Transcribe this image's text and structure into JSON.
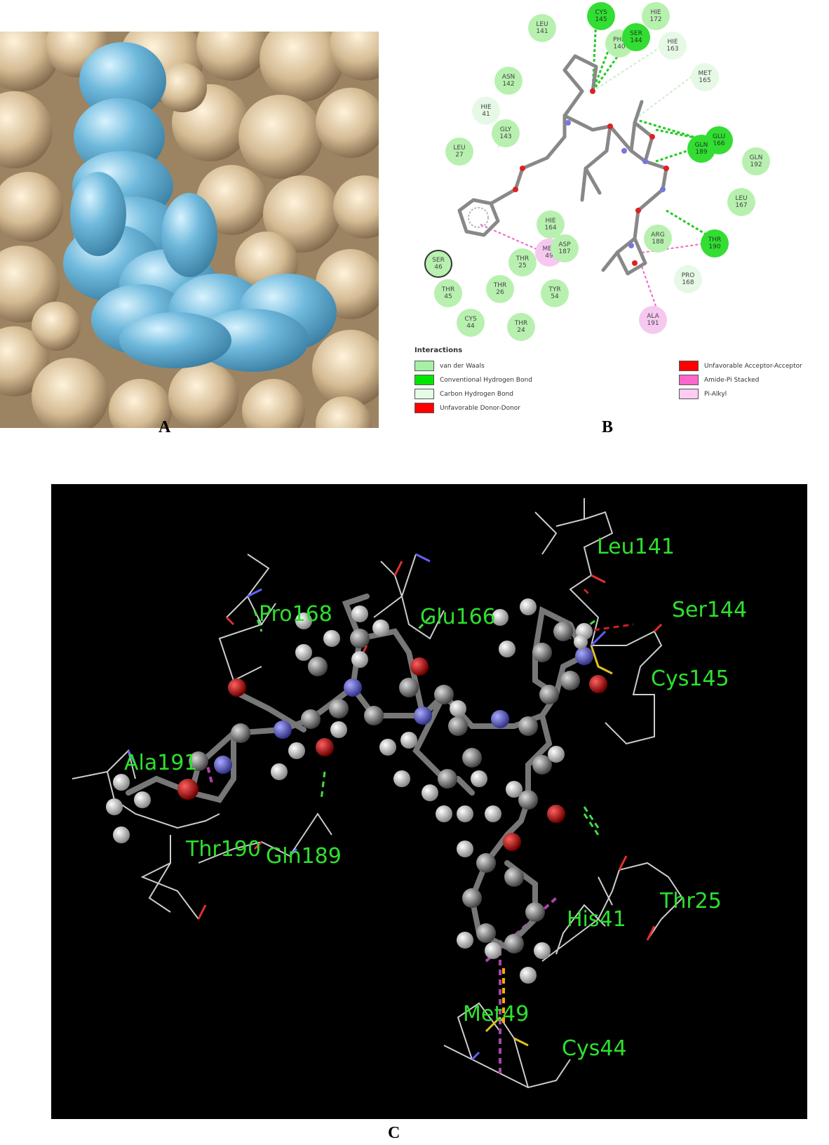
{
  "panels": {
    "a_label": "A",
    "b_label": "B",
    "c_label": "C"
  },
  "panel_b": {
    "residues": [
      {
        "name": "CYS",
        "num": "145",
        "type": "hb"
      },
      {
        "name": "HIE",
        "num": "172",
        "type": "vdw"
      },
      {
        "name": "LEU",
        "num": "141",
        "type": "vdw"
      },
      {
        "name": "PHE",
        "num": "140",
        "type": "vdw"
      },
      {
        "name": "SER",
        "num": "144",
        "type": "hb"
      },
      {
        "name": "HIE",
        "num": "163",
        "type": "chb"
      },
      {
        "name": "ASN",
        "num": "142",
        "type": "vdw"
      },
      {
        "name": "MET",
        "num": "165",
        "type": "chb"
      },
      {
        "name": "HIE",
        "num": "41",
        "type": "chb"
      },
      {
        "name": "GLY",
        "num": "143",
        "type": "vdw"
      },
      {
        "name": "GLU",
        "num": "166",
        "type": "hb"
      },
      {
        "name": "LEU",
        "num": "27",
        "type": "vdw"
      },
      {
        "name": "GLN",
        "num": "189",
        "type": "hb"
      },
      {
        "name": "GLN",
        "num": "192",
        "type": "vdw"
      },
      {
        "name": "LEU",
        "num": "167",
        "type": "vdw"
      },
      {
        "name": "HIE",
        "num": "164",
        "type": "vdw"
      },
      {
        "name": "ARG",
        "num": "188",
        "type": "vdw"
      },
      {
        "name": "THR",
        "num": "190",
        "type": "hb"
      },
      {
        "name": "MET",
        "num": "49",
        "type": "pialkyl"
      },
      {
        "name": "ASP",
        "num": "187",
        "type": "vdw"
      },
      {
        "name": "SER",
        "num": "46",
        "type": "ring"
      },
      {
        "name": "THR",
        "num": "25",
        "type": "vdw"
      },
      {
        "name": "PRO",
        "num": "168",
        "type": "chb"
      },
      {
        "name": "THR",
        "num": "45",
        "type": "vdw"
      },
      {
        "name": "THR",
        "num": "26",
        "type": "vdw"
      },
      {
        "name": "TYR",
        "num": "54",
        "type": "vdw"
      },
      {
        "name": "CYS",
        "num": "44",
        "type": "vdw"
      },
      {
        "name": "THR",
        "num": "24",
        "type": "vdw"
      },
      {
        "name": "ALA",
        "num": "191",
        "type": "pialkyl"
      }
    ],
    "legend": {
      "title": "Interactions",
      "items": [
        {
          "label": "van der Waals",
          "color": "#a6f0a6"
        },
        {
          "label": "Conventional Hydrogen Bond",
          "color": "#00e600"
        },
        {
          "label": "Carbon Hydrogen Bond",
          "color": "#e6fbe6"
        },
        {
          "label": "Unfavorable Donor-Donor",
          "color": "#ff0000"
        },
        {
          "label": "Unfavorable Acceptor-Acceptor",
          "color": "#ff0000"
        },
        {
          "label": "Amide-Pi Stacked",
          "color": "#ff66cc"
        },
        {
          "label": "Pi-Alkyl",
          "color": "#ffccf2"
        }
      ]
    }
  },
  "panel_c": {
    "labels": [
      "Leu141",
      "Pro168",
      "Glu166",
      "Ser144",
      "Cys145",
      "Ala191",
      "Thr190",
      "Gln189",
      "Thr25",
      "His41",
      "Met49",
      "Cys44"
    ]
  }
}
